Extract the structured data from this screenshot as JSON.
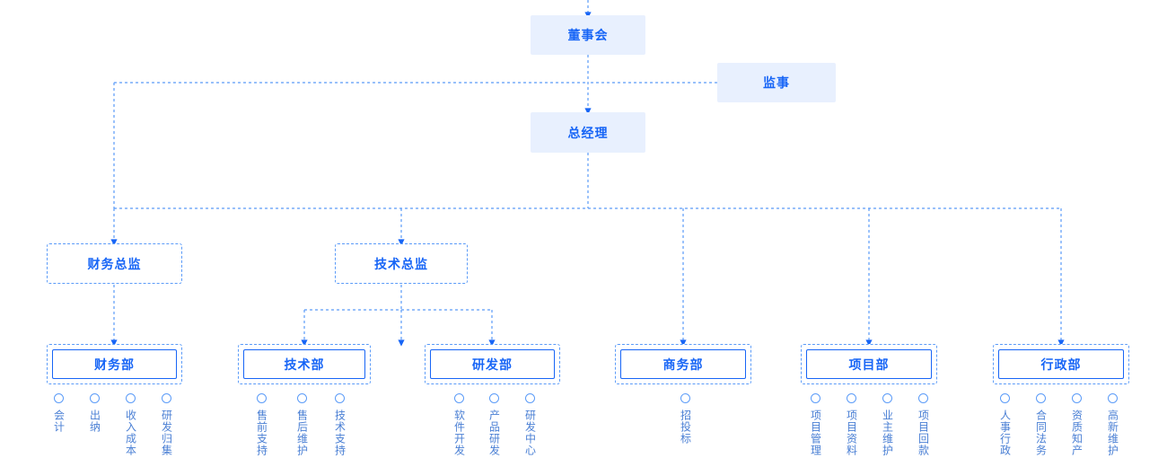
{
  "colors": {
    "accent": "#1765f6",
    "fill": "#e8f0fe",
    "line": "#5b9bf8",
    "leaf_text": "#4a7fd4"
  },
  "nodes": {
    "board": "董事会",
    "supervisor": "监事",
    "general_manager": "总经理",
    "finance_director": "财务总监",
    "tech_director": "技术总监",
    "finance_dept": "财务部",
    "tech_dept": "技术部",
    "rd_dept": "研发部",
    "business_dept": "商务部",
    "project_dept": "项目部",
    "admin_dept": "行政部"
  },
  "leaves": {
    "finance": [
      "会计",
      "出纳",
      "收入成本",
      "研发归集"
    ],
    "tech": [
      "售前支持",
      "售后维护",
      "技术支持"
    ],
    "rd": [
      "软件开发",
      "产品研发",
      "研发中心"
    ],
    "business": [
      "招投标"
    ],
    "project": [
      "项目管理",
      "项目资料",
      "业主维护",
      "项目回款"
    ],
    "admin": [
      "人事行政",
      "合同法务",
      "资质知产",
      "高新维护"
    ]
  }
}
